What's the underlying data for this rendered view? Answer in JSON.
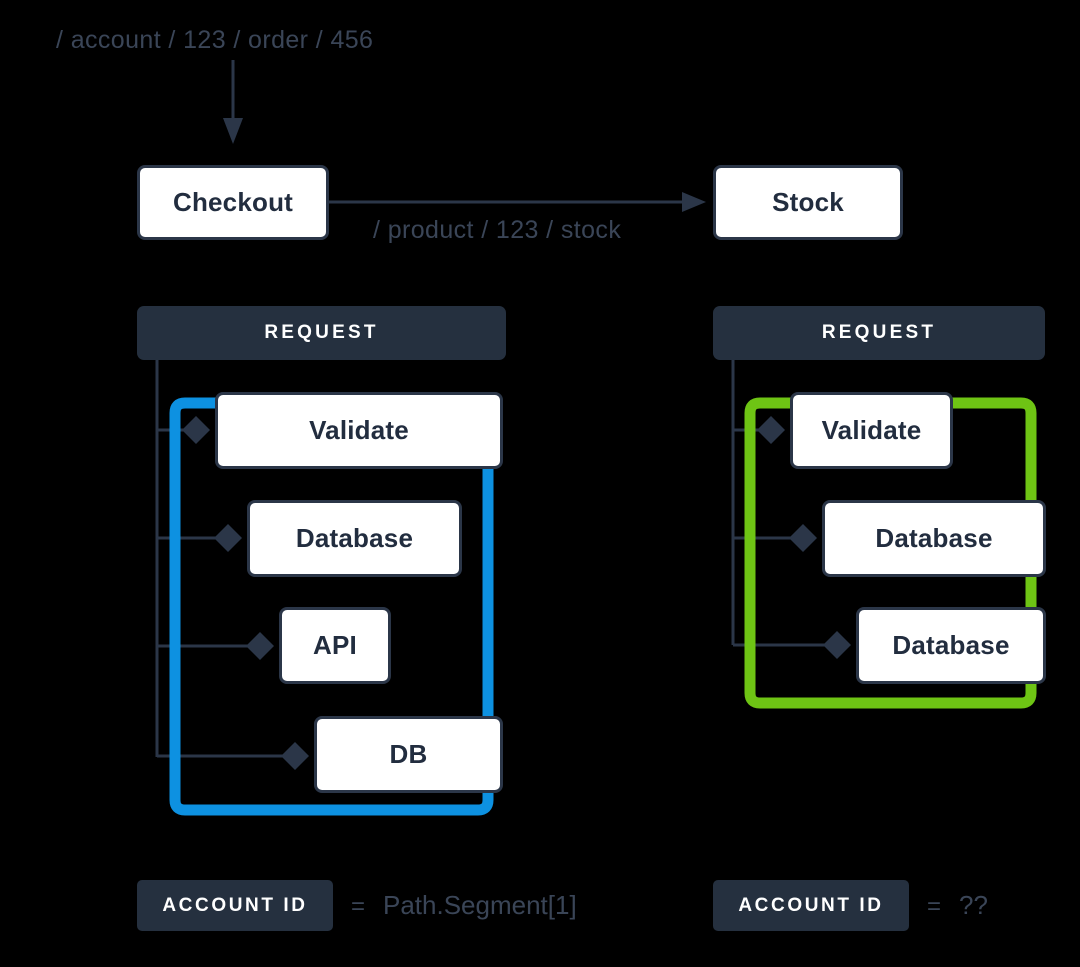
{
  "top": {
    "incoming_path": "/ account / 123 / order / 456",
    "checkout_label": "Checkout",
    "stock_label": "Stock",
    "outgoing_path": "/ product / 123 / stock"
  },
  "left_panel": {
    "header": "REQUEST",
    "highlight_color": "#0d91e1",
    "nodes": [
      {
        "label": "Validate"
      },
      {
        "label": "Database"
      },
      {
        "label": "API"
      },
      {
        "label": "DB"
      }
    ],
    "legend": {
      "chip": "ACCOUNT ID",
      "equals": "=",
      "value": "Path.Segment[1]"
    }
  },
  "right_panel": {
    "header": "REQUEST",
    "highlight_color": "#6ec414",
    "nodes": [
      {
        "label": "Validate"
      },
      {
        "label": "Database"
      },
      {
        "label": "Database"
      }
    ],
    "legend": {
      "chip": "ACCOUNT ID",
      "equals": "=",
      "value": "??"
    }
  },
  "colors": {
    "background": "#000000",
    "ink": "#25303f",
    "muted_text": "#3a4557",
    "box_fill": "#ffffff",
    "blue": "#0d91e1",
    "green": "#6ec414"
  }
}
